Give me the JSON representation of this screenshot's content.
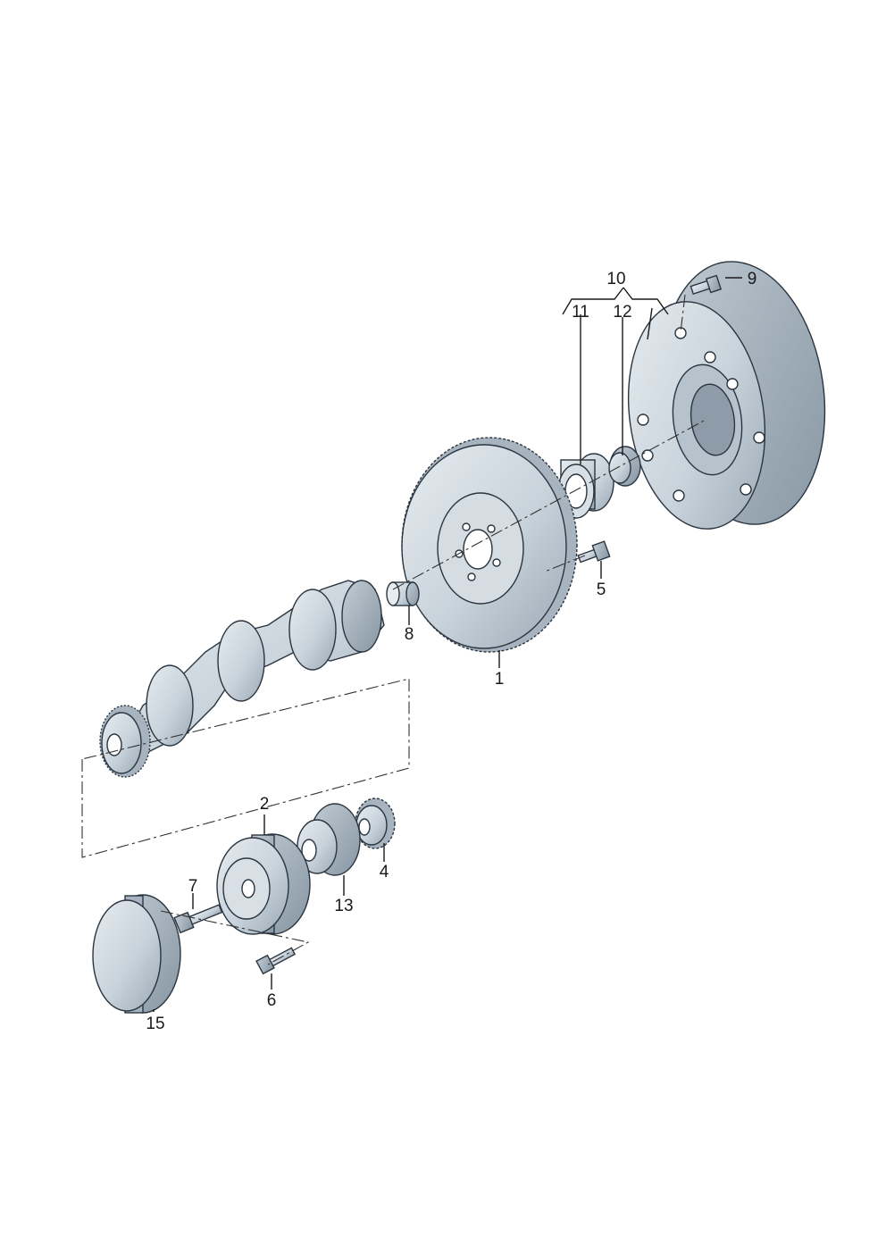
{
  "diagram": {
    "callouts": [
      {
        "id": "c1",
        "label": "1"
      },
      {
        "id": "c2",
        "label": "2"
      },
      {
        "id": "c4",
        "label": "4"
      },
      {
        "id": "c5",
        "label": "5"
      },
      {
        "id": "c6",
        "label": "6"
      },
      {
        "id": "c7",
        "label": "7"
      },
      {
        "id": "c8",
        "label": "8"
      },
      {
        "id": "c9",
        "label": "9"
      },
      {
        "id": "c10",
        "label": "10"
      },
      {
        "id": "c11",
        "label": "11"
      },
      {
        "id": "c12",
        "label": "12"
      },
      {
        "id": "c13",
        "label": "13"
      },
      {
        "id": "c15",
        "label": "15"
      }
    ],
    "colors": {
      "part_fill": "#c9d3db",
      "part_dark": "#9aa9b5",
      "part_light": "#e6ecf0",
      "line": "#1a1a1a"
    }
  }
}
